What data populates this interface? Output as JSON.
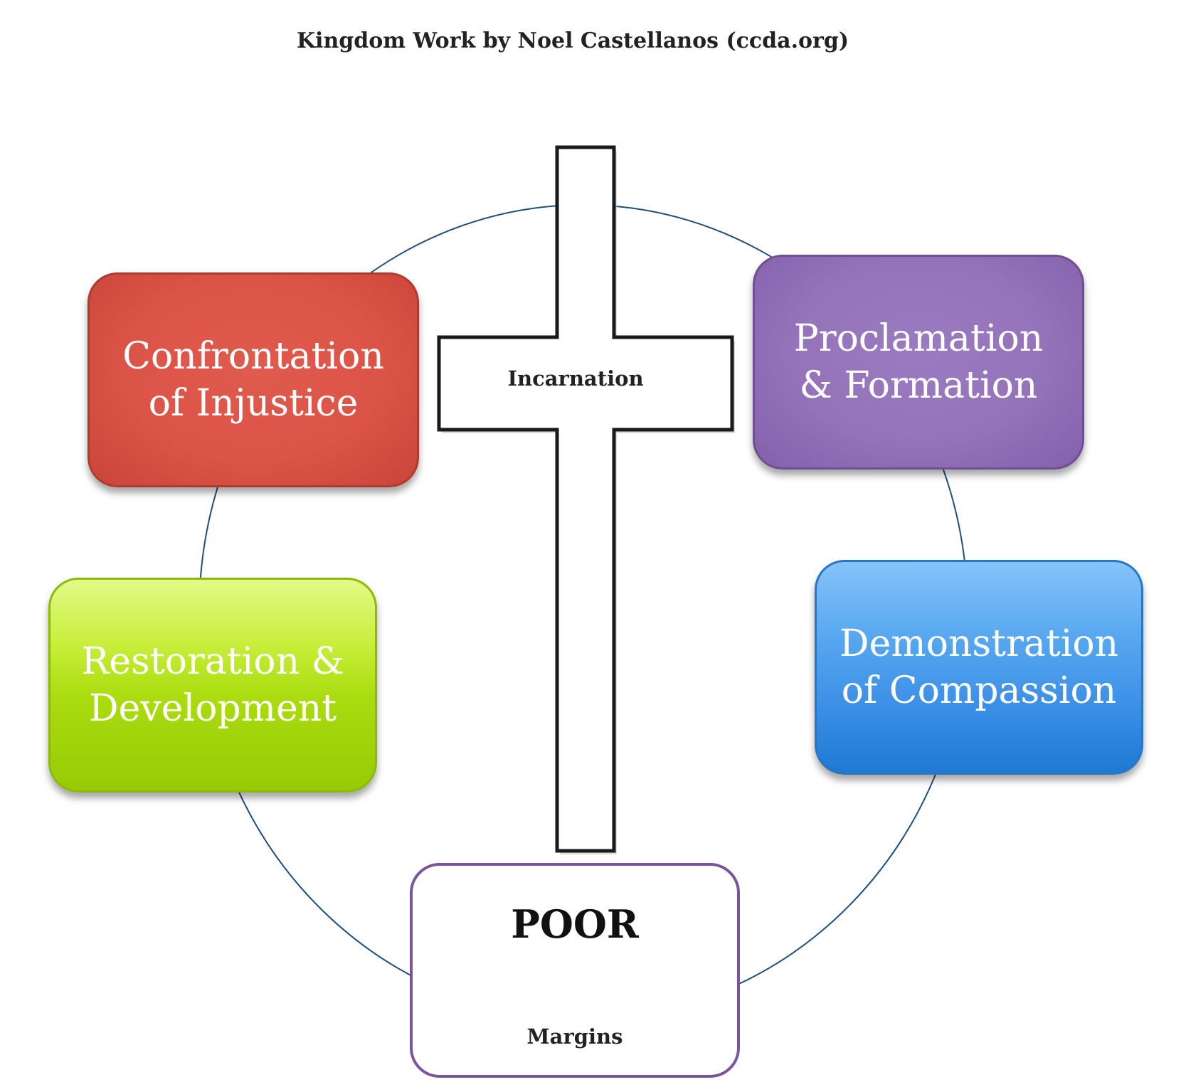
{
  "title": "Kingdom Work by Noel Castellanos (ccda.org)",
  "center": {
    "label": "Incarnation",
    "icon": "cross-icon"
  },
  "nodes": {
    "confrontation": {
      "line1": "Confrontation",
      "line2": "of Injustice",
      "color": "#dc5447"
    },
    "proclamation": {
      "line1": "Proclamation",
      "line2": "& Formation",
      "color": "#9473b9"
    },
    "restoration": {
      "line1": "Restoration &",
      "line2": "Development",
      "color": "#abdc10"
    },
    "demonstration": {
      "line1": "Demonstration",
      "line2": "of Compassion",
      "color": "#3a8ee6"
    },
    "poor": {
      "heading": "POOR",
      "subtitle": "Margins",
      "border_color": "#7a539c"
    }
  },
  "ring_color": "#1f4e79"
}
